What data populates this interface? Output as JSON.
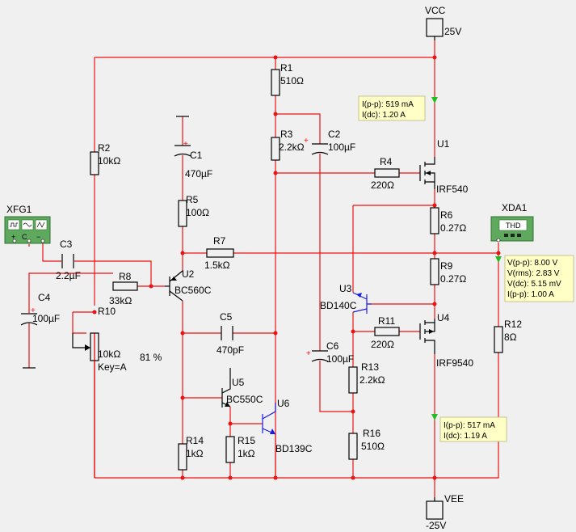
{
  "power": {
    "vcc_name": "VCC",
    "vcc_value": "25V",
    "vee_name": "VEE",
    "vee_value": "-25V"
  },
  "components": {
    "r1": {
      "ref": "R1",
      "value": "510Ω"
    },
    "r2": {
      "ref": "R2",
      "value": "10kΩ"
    },
    "r3": {
      "ref": "R3",
      "value": "2.2kΩ"
    },
    "r4": {
      "ref": "R4",
      "value": "220Ω"
    },
    "r5": {
      "ref": "R5",
      "value": "100Ω"
    },
    "r6": {
      "ref": "R6",
      "value": "0.27Ω"
    },
    "r7": {
      "ref": "R7",
      "value": "1.5kΩ"
    },
    "r8": {
      "ref": "R8",
      "value": "33kΩ"
    },
    "r9": {
      "ref": "R9",
      "value": "0.27Ω"
    },
    "r10": {
      "ref": "R10",
      "value": "10kΩ",
      "key": "Key=A",
      "percent": "81 %"
    },
    "r11": {
      "ref": "R11",
      "value": "220Ω"
    },
    "r12": {
      "ref": "R12",
      "value": "8Ω"
    },
    "r13": {
      "ref": "R13",
      "value": "2.2kΩ"
    },
    "r14": {
      "ref": "R14",
      "value": "1kΩ"
    },
    "r15": {
      "ref": "R15",
      "value": "1kΩ"
    },
    "r16": {
      "ref": "R16",
      "value": "510Ω"
    },
    "c1": {
      "ref": "C1",
      "value": "470µF"
    },
    "c2": {
      "ref": "C2",
      "value": "100µF"
    },
    "c3": {
      "ref": "C3",
      "value": "2.2µF"
    },
    "c4": {
      "ref": "C4",
      "value": "100µF"
    },
    "c5": {
      "ref": "C5",
      "value": "470pF"
    },
    "c6": {
      "ref": "C6",
      "value": "100µF"
    },
    "u1": {
      "ref": "U1"
    },
    "u1_part": "IRF540",
    "u2": {
      "ref": "U2",
      "part": "BC560C"
    },
    "u3": {
      "ref": "U3",
      "part": "BD140C"
    },
    "u4": {
      "ref": "U4",
      "part": "IRF9540"
    },
    "u5": {
      "ref": "U5",
      "part": "BC550C"
    },
    "u6": {
      "ref": "U6",
      "part": "BD139C"
    }
  },
  "instruments": {
    "xfg1": {
      "ref": "XFG1"
    },
    "xda1": {
      "ref": "XDA1",
      "screen": "THD"
    }
  },
  "probes": {
    "top": [
      "I(p-p): 519 mA",
      "I(dc): 1.20 A"
    ],
    "output": [
      "V(p-p): 8.00 V",
      "V(rms): 2.83 V",
      "V(dc): 5.15 mV",
      "I(p-p): 1.00 A"
    ],
    "bottom": [
      "I(p-p): 517 mA",
      "I(dc): 1.19 A"
    ]
  },
  "colors": {
    "wire": "#ee1111",
    "component": "#000000",
    "pnp_highlight": "#1a1ae6",
    "probe_box": "#ffffc6",
    "probe_arrow": "#22bb22",
    "background": "#f0f0f0"
  }
}
